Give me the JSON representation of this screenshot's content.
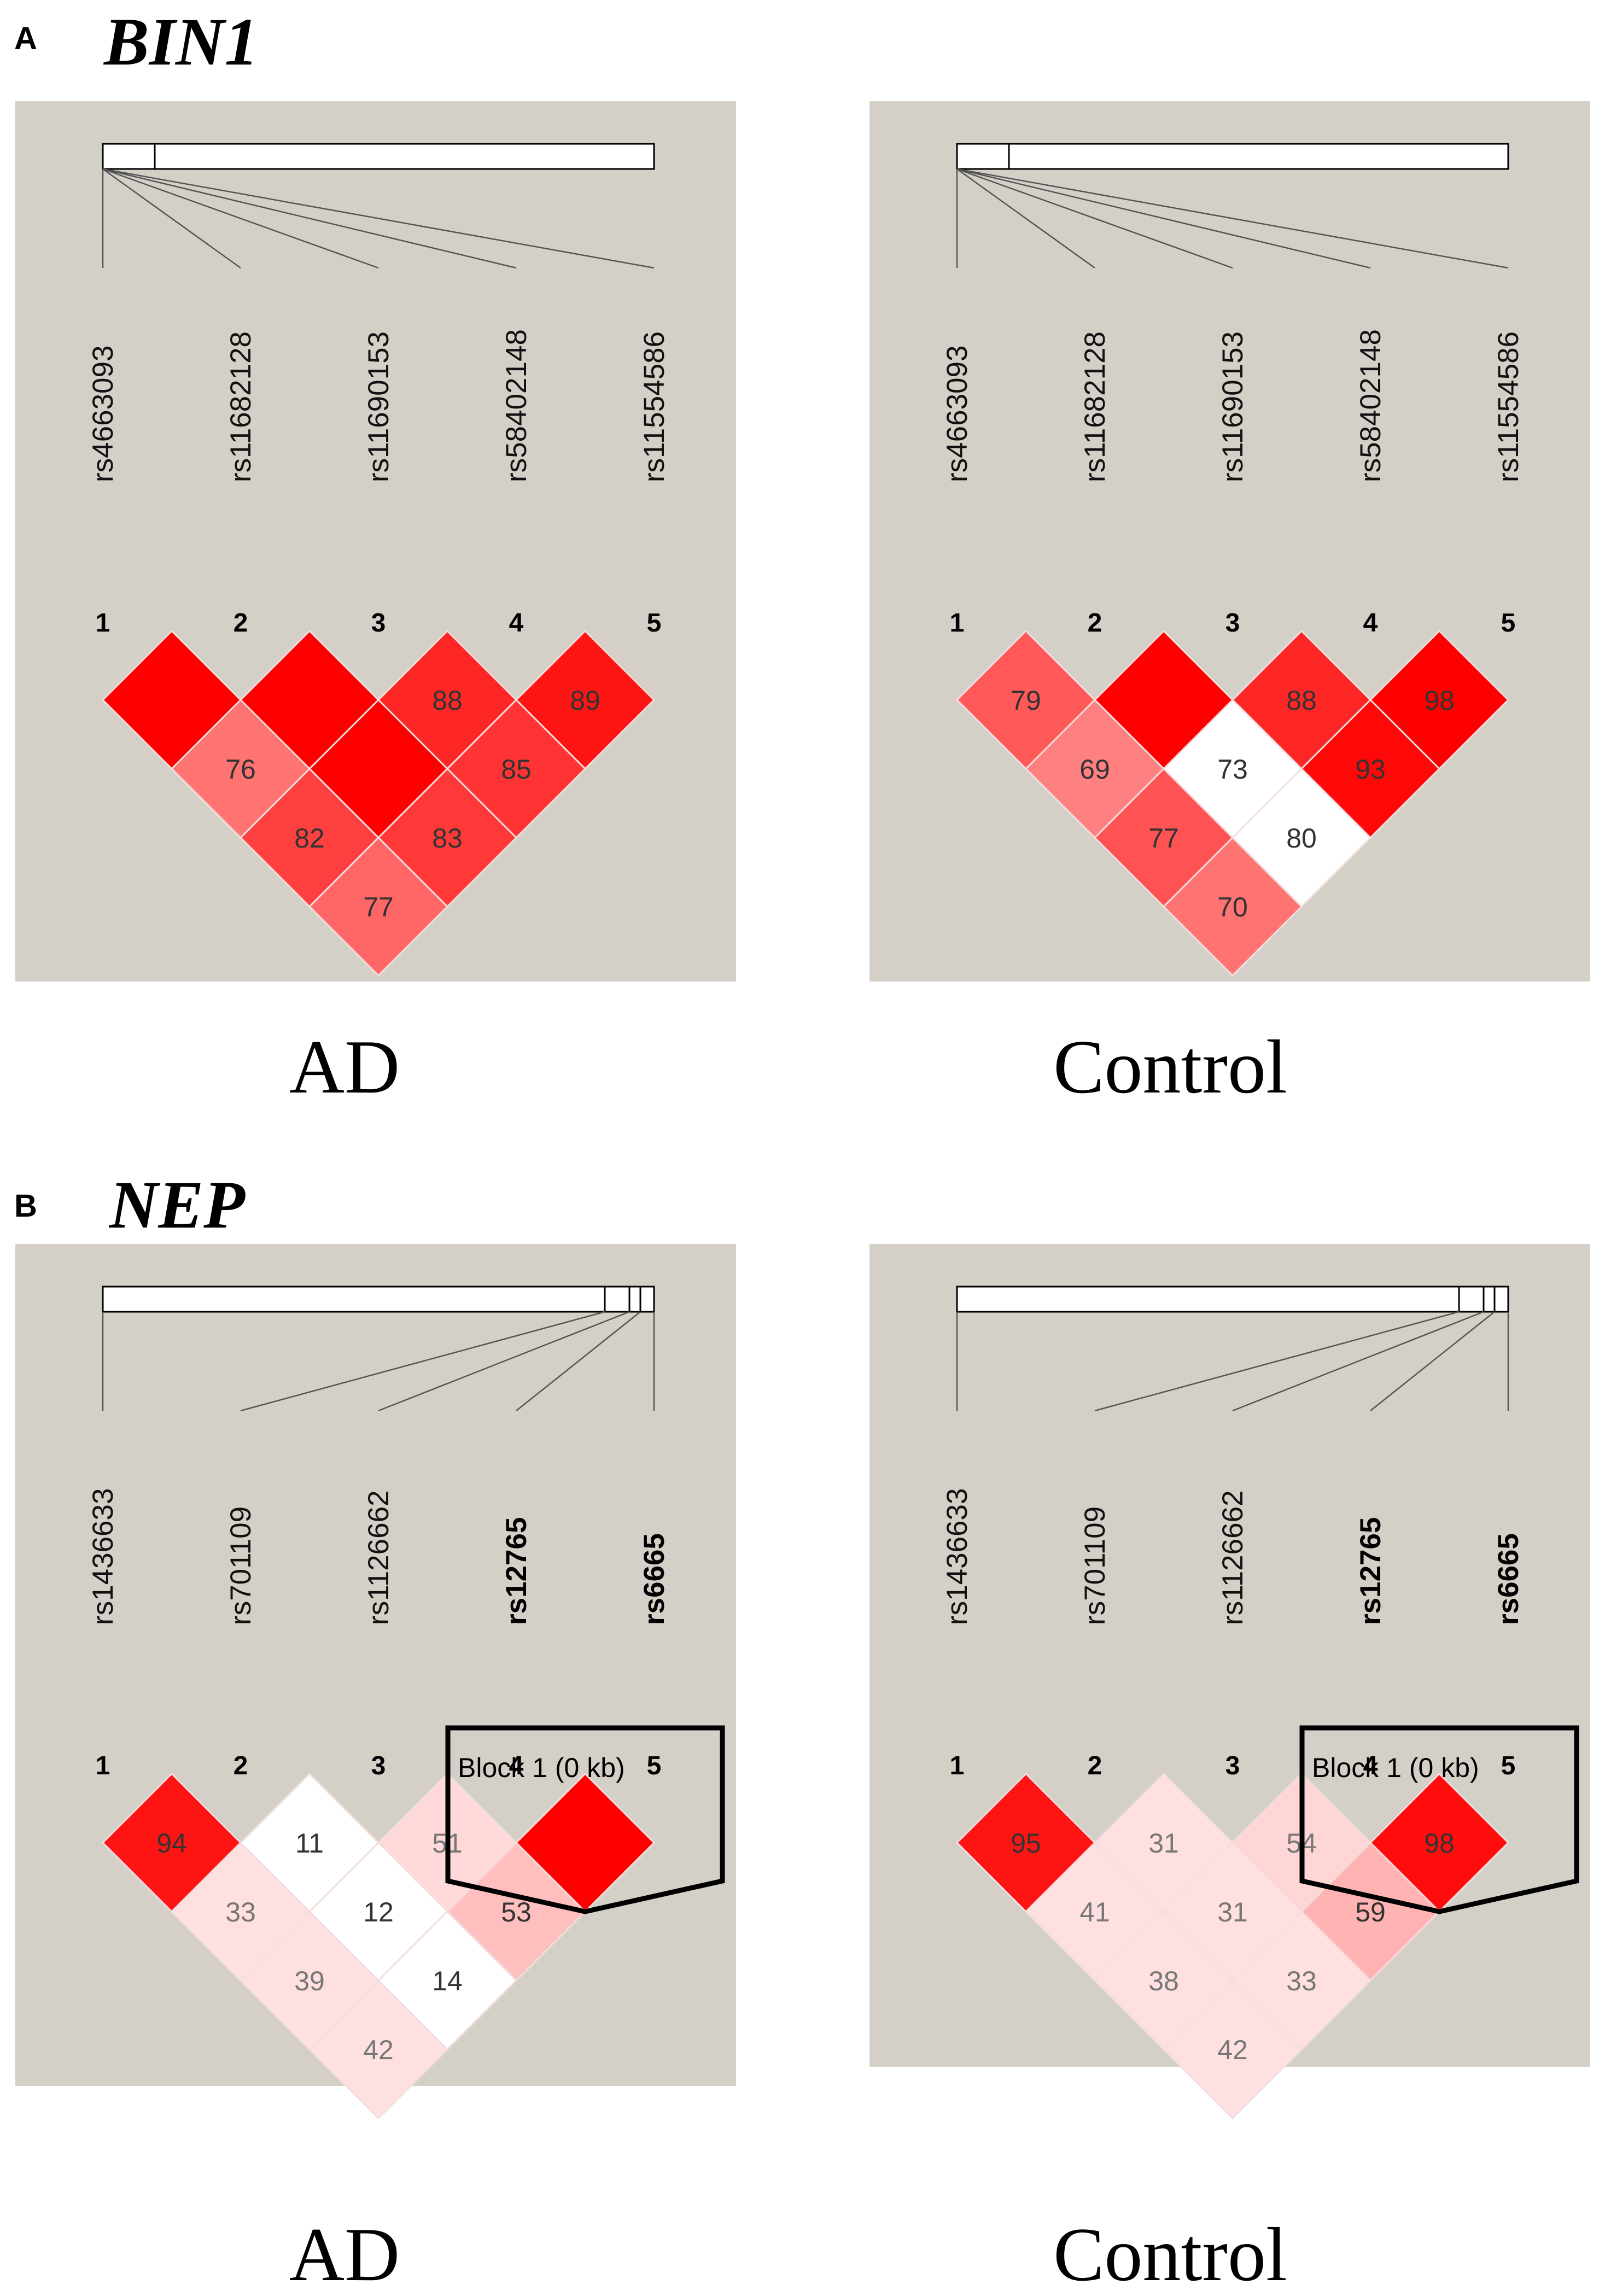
{
  "colors": {
    "panel_bg": "#d4d0c8",
    "strong_ld": "#ff0000",
    "no_ld": "#ffffff",
    "block_outline": "#000000"
  },
  "figure": {
    "sections": [
      {
        "letter": "A",
        "gene": "BIN1",
        "panels": [
          {
            "group": "AD",
            "snps": [
              "rs4663093",
              "rs11682128",
              "rs11690153",
              "rs58402148",
              "rs11554586"
            ],
            "bold_snps": [],
            "indices": [
              "1",
              "2",
              "3",
              "4",
              "5"
            ],
            "block": null,
            "cells": [
              {
                "i": 1,
                "j": 2,
                "value": "",
                "shade": 1.0
              },
              {
                "i": 2,
                "j": 3,
                "value": "",
                "shade": 1.0
              },
              {
                "i": 3,
                "j": 4,
                "value": "88",
                "shade": 0.85
              },
              {
                "i": 4,
                "j": 5,
                "value": "89",
                "shade": 0.92
              },
              {
                "i": 1,
                "j": 3,
                "value": "76",
                "shade": 0.55
              },
              {
                "i": 2,
                "j": 4,
                "value": "",
                "shade": 1.0
              },
              {
                "i": 3,
                "j": 5,
                "value": "85",
                "shade": 0.8
              },
              {
                "i": 1,
                "j": 4,
                "value": "82",
                "shade": 0.75
              },
              {
                "i": 2,
                "j": 5,
                "value": "83",
                "shade": 0.78
              },
              {
                "i": 1,
                "j": 5,
                "value": "77",
                "shade": 0.6
              }
            ]
          },
          {
            "group": "Control",
            "snps": [
              "rs4663093",
              "rs11682128",
              "rs11690153",
              "rs58402148",
              "rs11554586"
            ],
            "bold_snps": [],
            "indices": [
              "1",
              "2",
              "3",
              "4",
              "5"
            ],
            "block": null,
            "cells": [
              {
                "i": 1,
                "j": 2,
                "value": "79",
                "shade": 0.65
              },
              {
                "i": 2,
                "j": 3,
                "value": "",
                "shade": 1.0
              },
              {
                "i": 3,
                "j": 4,
                "value": "88",
                "shade": 0.85
              },
              {
                "i": 4,
                "j": 5,
                "value": "98",
                "shade": 1.0
              },
              {
                "i": 1,
                "j": 3,
                "value": "69",
                "shade": 0.5
              },
              {
                "i": 2,
                "j": 4,
                "value": "73",
                "shade": 0.0
              },
              {
                "i": 3,
                "j": 5,
                "value": "93",
                "shade": 0.97
              },
              {
                "i": 1,
                "j": 4,
                "value": "77",
                "shade": 0.68
              },
              {
                "i": 2,
                "j": 5,
                "value": "80",
                "shade": 0.0
              },
              {
                "i": 1,
                "j": 5,
                "value": "70",
                "shade": 0.55
              }
            ]
          }
        ]
      },
      {
        "letter": "B",
        "gene": "NEP",
        "panels": [
          {
            "group": "AD",
            "snps": [
              "rs1436633",
              "rs701109",
              "rs1126662",
              "rs12765",
              "rs6665"
            ],
            "bold_snps": [
              3,
              4
            ],
            "indices": [
              "1",
              "2",
              "3",
              "4",
              "5"
            ],
            "block": {
              "label": "Block 1 (0 kb)",
              "from": 4,
              "to": 5
            },
            "cells": [
              {
                "i": 1,
                "j": 2,
                "value": "94",
                "shade": 0.92
              },
              {
                "i": 2,
                "j": 3,
                "value": "11",
                "shade": 0.0
              },
              {
                "i": 3,
                "j": 4,
                "value": "51",
                "shade": 0.15
              },
              {
                "i": 4,
                "j": 5,
                "value": "",
                "shade": 1.0
              },
              {
                "i": 1,
                "j": 3,
                "value": "33",
                "shade": 0.12
              },
              {
                "i": 2,
                "j": 4,
                "value": "12",
                "shade": 0.0
              },
              {
                "i": 3,
                "j": 5,
                "value": "53",
                "shade": 0.25
              },
              {
                "i": 1,
                "j": 4,
                "value": "39",
                "shade": 0.12
              },
              {
                "i": 2,
                "j": 5,
                "value": "14",
                "shade": 0.0
              },
              {
                "i": 1,
                "j": 5,
                "value": "42",
                "shade": 0.12
              }
            ]
          },
          {
            "group": "Control",
            "snps": [
              "rs1436633",
              "rs701109",
              "rs1126662",
              "rs12765",
              "rs6665"
            ],
            "bold_snps": [
              3,
              4
            ],
            "indices": [
              "1",
              "2",
              "3",
              "4",
              "5"
            ],
            "block": {
              "label": "Block 1 (0 kb)",
              "from": 4,
              "to": 5
            },
            "cells": [
              {
                "i": 1,
                "j": 2,
                "value": "95",
                "shade": 0.92
              },
              {
                "i": 2,
                "j": 3,
                "value": "31",
                "shade": 0.12
              },
              {
                "i": 3,
                "j": 4,
                "value": "54",
                "shade": 0.16
              },
              {
                "i": 4,
                "j": 5,
                "value": "98",
                "shade": 0.95
              },
              {
                "i": 1,
                "j": 3,
                "value": "41",
                "shade": 0.12
              },
              {
                "i": 2,
                "j": 4,
                "value": "31",
                "shade": 0.12
              },
              {
                "i": 3,
                "j": 5,
                "value": "59",
                "shade": 0.3
              },
              {
                "i": 1,
                "j": 4,
                "value": "38",
                "shade": 0.12
              },
              {
                "i": 2,
                "j": 5,
                "value": "33",
                "shade": 0.12
              },
              {
                "i": 1,
                "j": 5,
                "value": "42",
                "shade": 0.12
              }
            ]
          }
        ]
      }
    ]
  }
}
